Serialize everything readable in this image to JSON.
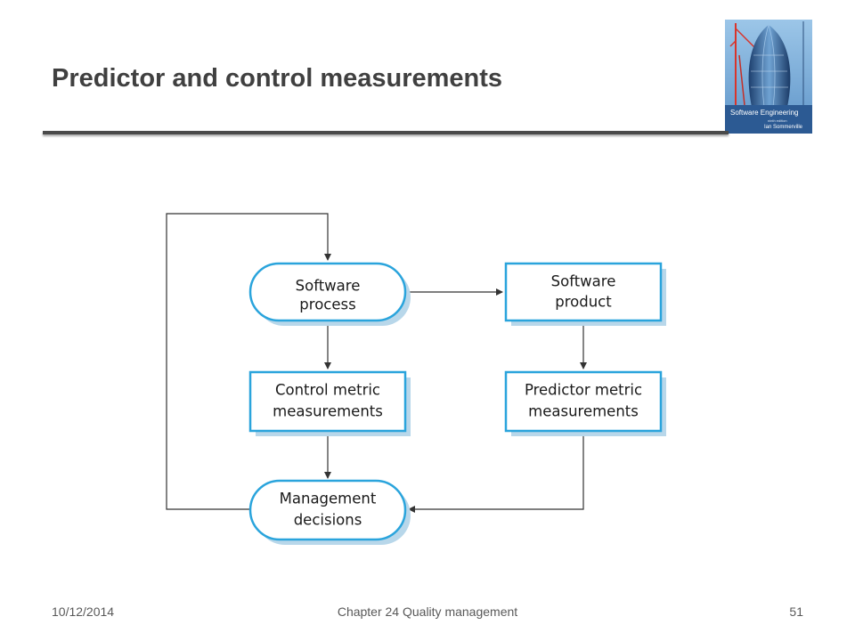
{
  "slide": {
    "title": "Predictor and control measurements"
  },
  "book_cover": {
    "title": "Software Engineering",
    "edition": "ninth edition",
    "author": "Ian Sommerville"
  },
  "diagram": {
    "nodes": {
      "software_process": {
        "line1": "Software",
        "line2": "process"
      },
      "software_product": {
        "line1": "Software",
        "line2": "product"
      },
      "control_metric": {
        "line1": "Control metric",
        "line2": "measurements"
      },
      "predictor_metric": {
        "line1": "Predictor metric",
        "line2": "measurements"
      },
      "management_decisions": {
        "line1": "Management",
        "line2": "decisions"
      }
    },
    "colors": {
      "node_border": "#2aa4dc",
      "node_shadow": "#b8d7ea",
      "connector": "#333333"
    }
  },
  "footer": {
    "date": "10/12/2014",
    "chapter": "Chapter 24 Quality management",
    "page": "51"
  }
}
